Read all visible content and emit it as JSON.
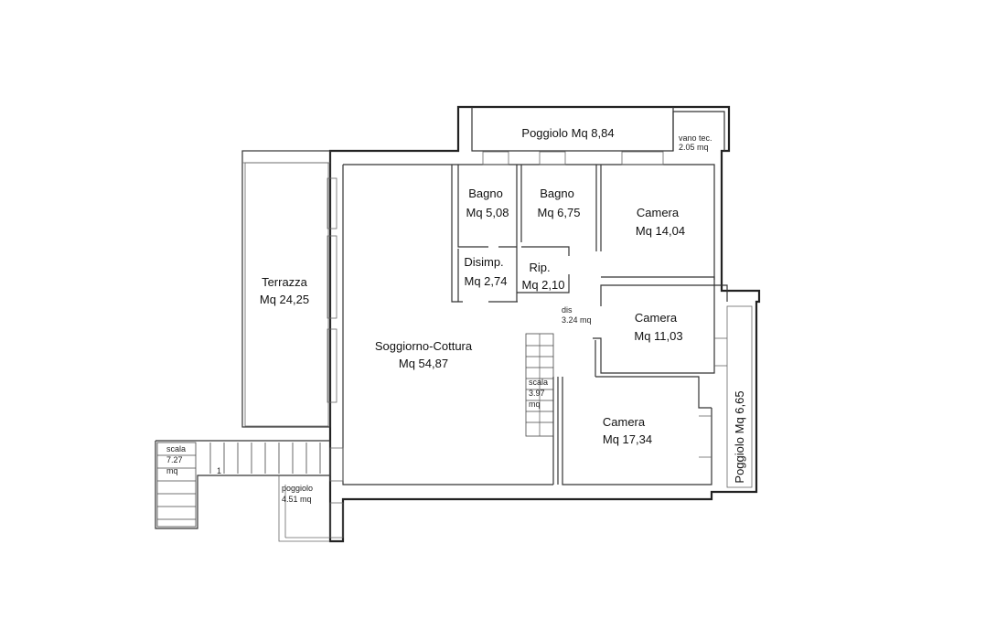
{
  "rooms": {
    "poggiolo_top": "Poggiolo Mq 8,84",
    "vano_tec_1": "vano tec.",
    "vano_tec_2": "2.05 mq",
    "terrazza_1": "Terrazza",
    "terrazza_2": "Mq 24,25",
    "bagno1_1": "Bagno",
    "bagno1_2": "Mq 5,08",
    "bagno2_1": "Bagno",
    "bagno2_2": "Mq 6,75",
    "camera1_1": "Camera",
    "camera1_2": "Mq 14,04",
    "disimp_1": "Disimp.",
    "disimp_2": "Mq 2,74",
    "rip_1": "Rip.",
    "rip_2": "Mq 2,10",
    "dis_1": "dis",
    "dis_2": "3.24 mq",
    "camera2_1": "Camera",
    "camera2_2": "Mq 11,03",
    "soggiorno_1": "Soggiorno-Cottura",
    "soggiorno_2": "Mq 54,87",
    "scala_int_1": "scala",
    "scala_int_2": "3.97",
    "scala_int_3": "mq",
    "camera3_1": "Camera",
    "camera3_2": "Mq 17,34",
    "poggiolo_right": "Poggiolo Mq 6,65",
    "scala_ext_1": "scala",
    "scala_ext_2": "7.27",
    "scala_ext_3": "mq",
    "poggiolo_small_1": "poggiolo",
    "poggiolo_small_2": "4.51 mq",
    "stair_number": "1"
  }
}
